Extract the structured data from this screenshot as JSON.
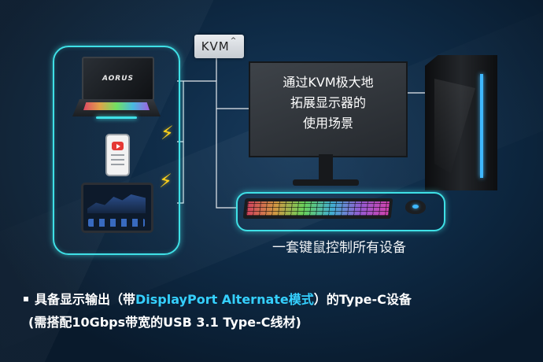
{
  "kvm_badge": {
    "label": "KVM",
    "mark": "^"
  },
  "monitor_message": [
    "通过KVM极大地",
    "拓展显示器的",
    "使用场景"
  ],
  "laptop_logo": "AORUS",
  "keyboard_caption": "一套键鼠控制所有设备",
  "notes": {
    "line1": {
      "prefix": "具备显示输出（带",
      "highlight": "DisplayPort Alternate模式",
      "suffix": "）的Type-C设备"
    },
    "line2": "(需搭配10Gbps带宽的USB 3.1 Type-C线材)"
  },
  "icons": [
    "laptop-icon",
    "phone-icon",
    "tablet-icon",
    "lightning-bolt-icon",
    "monitor-icon",
    "pc-tower-icon",
    "keyboard-icon",
    "mouse-icon"
  ],
  "colors": {
    "accent_cyan": "#3fe0e6",
    "highlight_blue": "#35d0ff",
    "bolt_yellow": "#ffd21a",
    "background": "#0b1f33"
  }
}
